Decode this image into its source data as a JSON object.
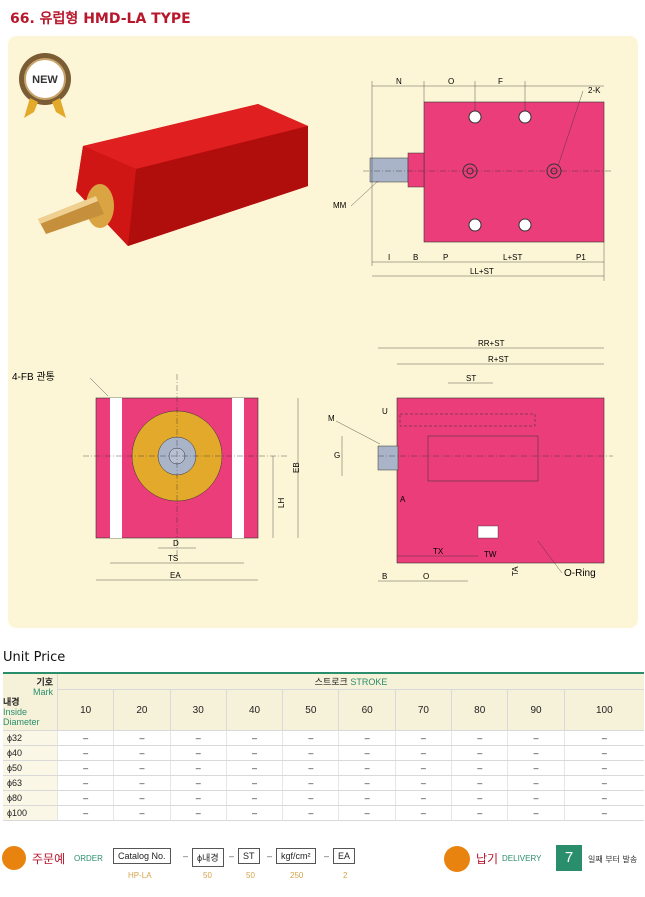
{
  "page_title": "66. 유럽형 HMD-LA TYPE",
  "badge": "NEW",
  "drawing_labels": {
    "N": "N",
    "O": "O",
    "F": "F",
    "K": "2-K",
    "MM": "MM",
    "I": "I",
    "B": "B",
    "P": "P",
    "LST": "L+ST",
    "P1": "P1",
    "LLST": "LL+ST",
    "FB": "4-FB 관통",
    "LH": "LH",
    "EB": "EB",
    "D": "D",
    "TS": "TS",
    "EA": "EA",
    "RRST": "RR+ST",
    "RST": "R+ST",
    "ST": "ST",
    "M": "M",
    "U": "U",
    "G": "G",
    "A": "A",
    "TX": "TX",
    "TW": "TW",
    "TA": "TA",
    "ORING": "O-Ring",
    "B2": "B",
    "O2": "O"
  },
  "unit_price": {
    "title": "Unit Price",
    "mark_ko": "기호",
    "mark_en": "Mark",
    "dia_ko": "내경",
    "dia_en1": "Inside",
    "dia_en2": "Diameter",
    "stroke_ko": "스트로크",
    "stroke_en": "STROKE",
    "strokes": [
      "10",
      "20",
      "30",
      "40",
      "50",
      "60",
      "70",
      "80",
      "90",
      "100"
    ],
    "rows": [
      {
        "dia": "ϕ32",
        "vals": [
          "–",
          "–",
          "–",
          "–",
          "–",
          "–",
          "–",
          "–",
          "–",
          "–"
        ]
      },
      {
        "dia": "ϕ40",
        "vals": [
          "–",
          "–",
          "–",
          "–",
          "–",
          "–",
          "–",
          "–",
          "–",
          "–"
        ]
      },
      {
        "dia": "ϕ50",
        "vals": [
          "–",
          "–",
          "–",
          "–",
          "–",
          "–",
          "–",
          "–",
          "–",
          "–"
        ]
      },
      {
        "dia": "ϕ63",
        "vals": [
          "–",
          "–",
          "–",
          "–",
          "–",
          "–",
          "–",
          "–",
          "–",
          "–"
        ]
      },
      {
        "dia": "ϕ80",
        "vals": [
          "–",
          "–",
          "–",
          "–",
          "–",
          "–",
          "–",
          "–",
          "–",
          "–"
        ]
      },
      {
        "dia": "ϕ100",
        "vals": [
          "–",
          "–",
          "–",
          "–",
          "–",
          "–",
          "–",
          "–",
          "–",
          "–"
        ]
      }
    ]
  },
  "order": {
    "label_ko": "주문예",
    "label_en": "ORDER",
    "boxes": [
      "Catalog No.",
      "ϕ내경",
      "ST",
      "kgf/cm²",
      "EA"
    ],
    "values": [
      "HP-LA",
      "50",
      "50",
      "250",
      "2"
    ],
    "delivery_ko": "납기",
    "delivery_en": "DELIVERY",
    "delivery_days": "7",
    "delivery_text": "일째 부터 발송"
  },
  "colors": {
    "accent": "#b8162b",
    "body": "#e8336b",
    "green": "#2a8e6c",
    "gold": "#e3a92b"
  }
}
